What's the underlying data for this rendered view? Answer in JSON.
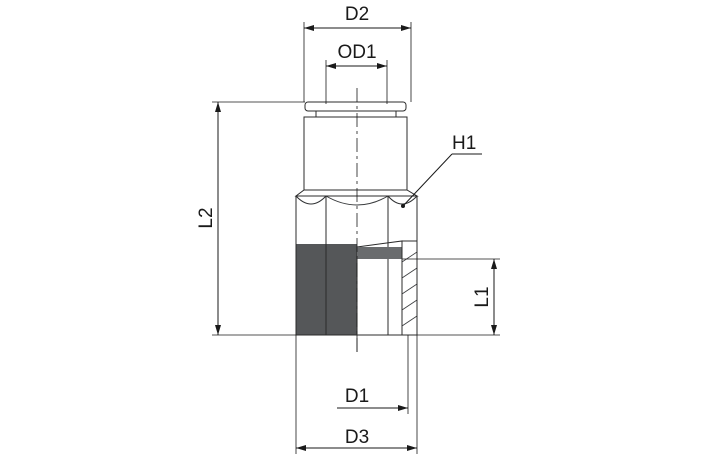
{
  "labels": {
    "d2": "D2",
    "od1": "OD1",
    "h1": "H1",
    "l2": "L2",
    "l1": "L1",
    "d1": "D1",
    "d3": "D3"
  },
  "colors": {
    "body_dark": "#4a4c4e",
    "body_mid": "#6f7173",
    "body_light": "#9a9c9e",
    "bore_light": "#a8aaac",
    "line": "#1a1a1a"
  }
}
